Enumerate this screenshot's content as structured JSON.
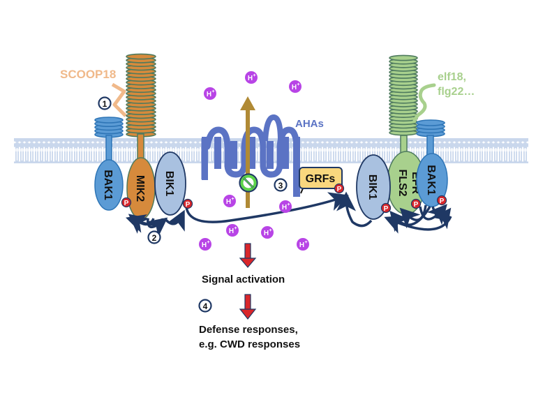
{
  "ligands": {
    "scoop18": {
      "label": "SCOOP18",
      "color": "#F0B98A"
    },
    "elf18": {
      "label_line1": "elf18,",
      "label_line2": "flg22…",
      "color": "#A8D08D"
    }
  },
  "proteins": {
    "bak1_left": {
      "label": "BAK1",
      "fill": "#5B9BD5",
      "stroke": "#2E75B6"
    },
    "mik2": {
      "label": "MIK2",
      "fill": "#D68A3C",
      "stroke": "#4E7A5E"
    },
    "bik1_left": {
      "label": "BIK1",
      "fill": "#A9C1E0",
      "stroke": "#1F3864"
    },
    "ahas": {
      "label": "AHAs",
      "color": "#5B73C4"
    },
    "grfs": {
      "label": "GRFs",
      "fill": "#F9D77E",
      "stroke": "#1F3864"
    },
    "bik1_right": {
      "label": "BIK1",
      "fill": "#A9C1E0",
      "stroke": "#1F3864"
    },
    "efr_fls2": {
      "label_line1": "EFR",
      "label_line2": "FLS2",
      "fill": "#A8D08D",
      "stroke": "#4E7A5E"
    },
    "bak1_right": {
      "label": "BAK1",
      "fill": "#5B9BD5",
      "stroke": "#2E75B6"
    }
  },
  "phospho_label": "P",
  "proton_label": "H",
  "proton_charge": "+",
  "steps": [
    "1",
    "2",
    "3",
    "4"
  ],
  "outcomes": {
    "signal": "Signal activation",
    "defense_line1": "Defense responses,",
    "defense_line2": "e.g. CWD responses"
  },
  "colors": {
    "membrane": "#C9D7EC",
    "proton": "#B844E6",
    "arrow_flow": "#B08A35",
    "inhibit_ring": "#5DD44A",
    "phospho": "#D9262A",
    "curve_arrow": "#1F3864",
    "down_arrow": "#D9262A",
    "text": "#111111"
  }
}
